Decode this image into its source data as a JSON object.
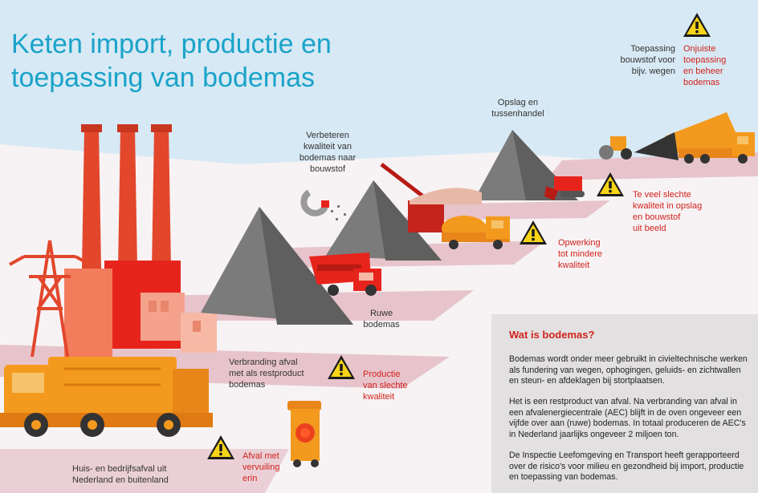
{
  "title": {
    "line1": "Keten import, productie en",
    "line2": "toepassing van bodemas"
  },
  "labels": {
    "huisafval": [
      "Huis- en bedrijfsafval uit",
      "Nederland en buitenland"
    ],
    "verbranding": [
      "Verbranding afval",
      "met als restproduct",
      "bodemas"
    ],
    "ruwe": [
      "Ruwe",
      "bodemas"
    ],
    "verbeteren": [
      "Verbeteren",
      "kwaliteit van",
      "bodemas naar",
      "bouwstof"
    ],
    "opslag": [
      "Opslag en",
      "tussenhandel"
    ],
    "toepassing": [
      "Toepassing",
      "bouwstof voor",
      "bijv. wegen"
    ]
  },
  "risks": {
    "vervuiling": [
      "Afval met",
      "vervuiling",
      "erin"
    ],
    "productie": [
      "Productie",
      "van slechte",
      "kwaliteit"
    ],
    "opwerking": [
      "Opwerking",
      "tot mindere",
      "kwaliteit"
    ],
    "slechte_opslag": [
      "Te veel slechte",
      "kwaliteit in opslag",
      "en bouwstof",
      "uit beeld"
    ],
    "onjuiste": [
      "Onjuiste",
      "toepassing",
      "en beheer",
      "bodemas"
    ]
  },
  "info": {
    "heading": "Wat is bodemas?",
    "p1": "Bodemas wordt onder meer gebruikt in civieltechnische werken als fundering van wegen, ophogingen, geluids- en zichtwallen en steun- en afdeklagen bij stortplaatsen.",
    "p2": "Het is een restproduct van afval. Na verbranding van afval in een afvalenergiecentrale (AEC) blijft in de oven ongeveer een vijfde over aan (ruwe) bodemas. In totaal produceren de AEC's in Nederland jaarlijks ongeveer 2 miljoen ton.",
    "p3": "De Inspectie Leefomgeving en Transport heeft gerapporteerd over de risico's voor milieu en gezondheid bij import, productie en toepassing van bodemas."
  },
  "colors": {
    "accent": "#1aa3c9",
    "risk": "#d1221c",
    "orange": "#f39a1e",
    "pink": "#e7c4cc",
    "sky": "#d7e9f4"
  }
}
